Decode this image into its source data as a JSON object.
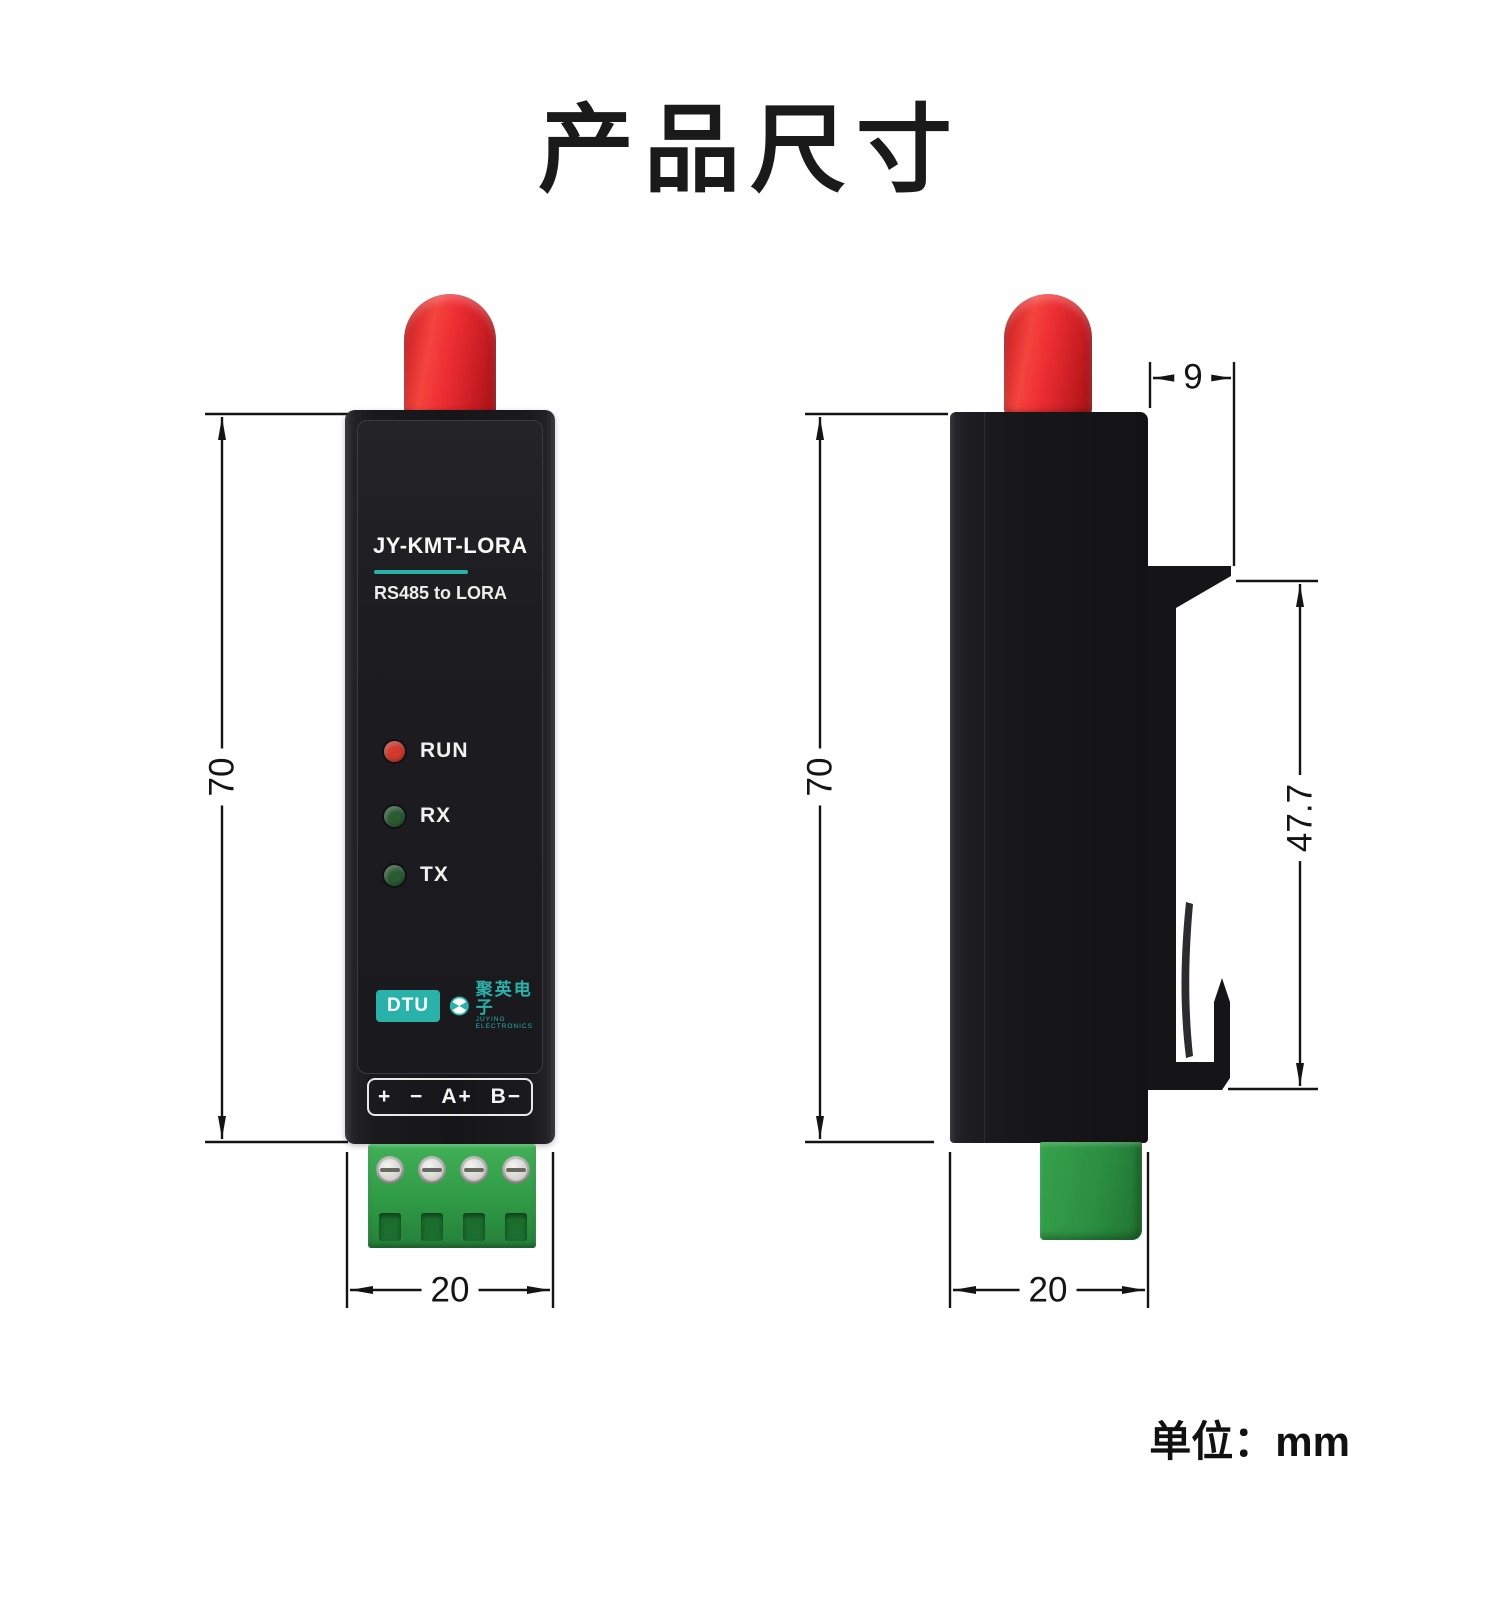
{
  "title": "产品尺寸",
  "unit_note": "单位：mm",
  "device": {
    "model": "JY-KMT-LORA",
    "subtitle": "RS485 to LORA",
    "leds": [
      {
        "label": "RUN",
        "color": "#d63a2c"
      },
      {
        "label": "RX",
        "color": "#2a5c33"
      },
      {
        "label": "TX",
        "color": "#2a5c33"
      }
    ],
    "badge": "DTU",
    "brand": "聚英电子",
    "brand_sub": "JUYING ELECTRONICS",
    "terminal_labels": "+ − A+ B−"
  },
  "dimensions": {
    "front_height": "70",
    "front_width": "20",
    "side_height": "70",
    "side_width": "20",
    "clip_offset": "9",
    "clip_span": "47.7"
  },
  "colors": {
    "accent_teal": "#29b2aa",
    "antenna_red": "#e8262b",
    "terminal_green": "#2f9a45",
    "line": "#141414"
  }
}
